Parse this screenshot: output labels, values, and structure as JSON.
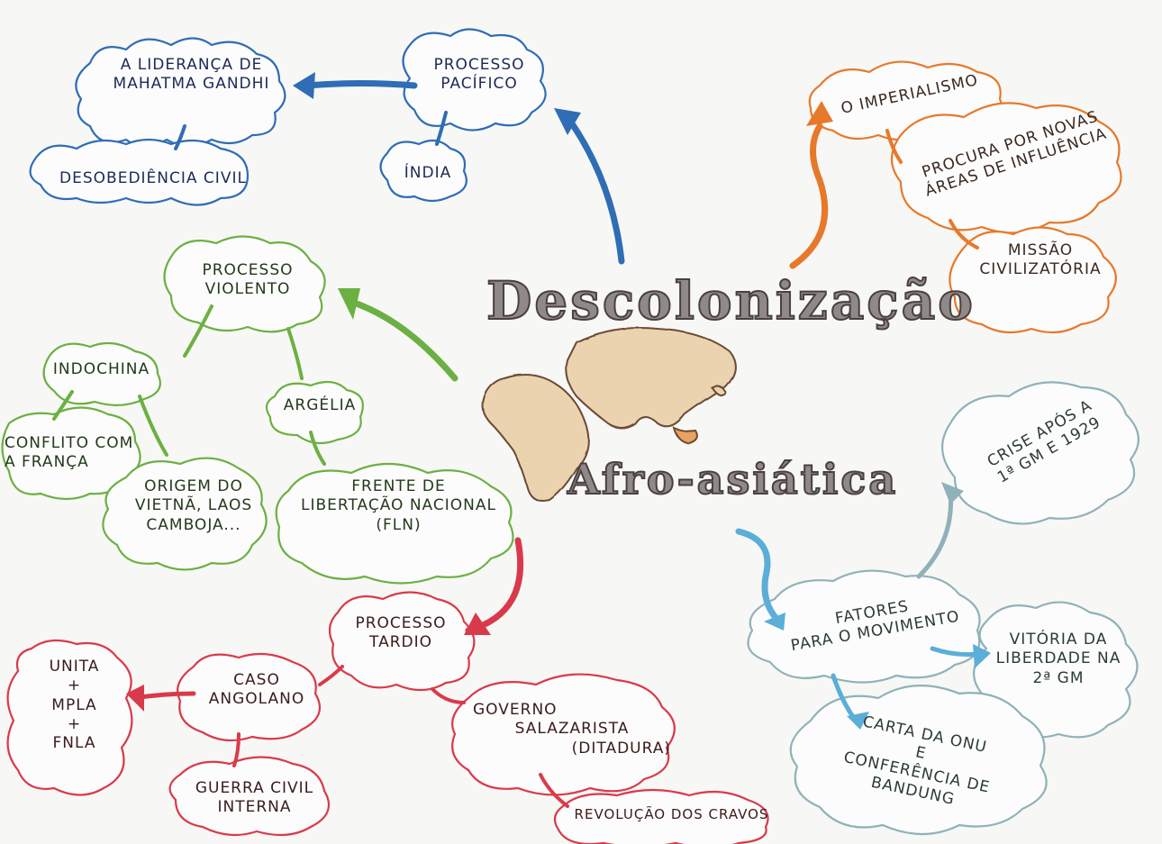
{
  "title": {
    "line1": "Descolonização",
    "line2": "Afro-asiática"
  },
  "colors": {
    "blue": "#2f6db5",
    "orange": "#e7792b",
    "green": "#6cb043",
    "red": "#d93a4b",
    "teal": "#8fb2b8",
    "arrow_teal": "#5aaed8",
    "title_fill": "#8f8a88",
    "map_fill": "#ecd3b0",
    "map_stroke": "#6b4b34"
  },
  "nodes": {
    "lideranca_gandhi": {
      "line1": "A liderança de",
      "line2": "Mahatma Gandhi"
    },
    "desobediencia": "Desobediência civil",
    "processo_pacifico": {
      "line1": "Processo",
      "line2": "Pacífico"
    },
    "india": "Índia",
    "imperialismo": "O imperialismo",
    "procura_areas": {
      "line1": "Procura por novas",
      "line2": "áreas de influência"
    },
    "missao": {
      "line1": "Missão",
      "line2": "civilizatória"
    },
    "processo_violento": {
      "line1": "Processo",
      "line2": "violento"
    },
    "indochina": "Indochina",
    "conflito_franca": {
      "line1": "Conflito com",
      "line2": "a França"
    },
    "origem": {
      "line1": "Origem do",
      "line2": "Vietnã, Laos",
      "line3": "Camboja..."
    },
    "argelia": "Argélia",
    "fln": {
      "line1": "Frente de",
      "line2": "libertação nacional",
      "line3": "(FLN)"
    },
    "crise": {
      "line1": "Crise após a",
      "line2": "1ª GM e 1929"
    },
    "fatores": {
      "line1": "Fatores",
      "line2": "para o movimento"
    },
    "vitoria": {
      "line1": "Vitória da",
      "line2": "liberdade na",
      "line3": "2ª GM"
    },
    "carta_onu": {
      "line1": "Carta da ONU",
      "line2": "e",
      "line3": "Conferência de",
      "line4": "Bandung"
    },
    "processo_tardio": {
      "line1": "Processo",
      "line2": "tardio"
    },
    "unita": {
      "line1": "Unita",
      "line2": "+",
      "line3": "MPLA",
      "line4": "+",
      "line5": "FNLA"
    },
    "caso_angolano": {
      "line1": "Caso",
      "line2": "Angolano"
    },
    "guerra_civil": {
      "line1": "Guerra civil",
      "line2": "interna"
    },
    "governo_salazarista": {
      "line1": "Governo",
      "line2": "salazarista",
      "line3": "(ditadura)"
    },
    "revolucao": "Revolução dos cravos"
  }
}
